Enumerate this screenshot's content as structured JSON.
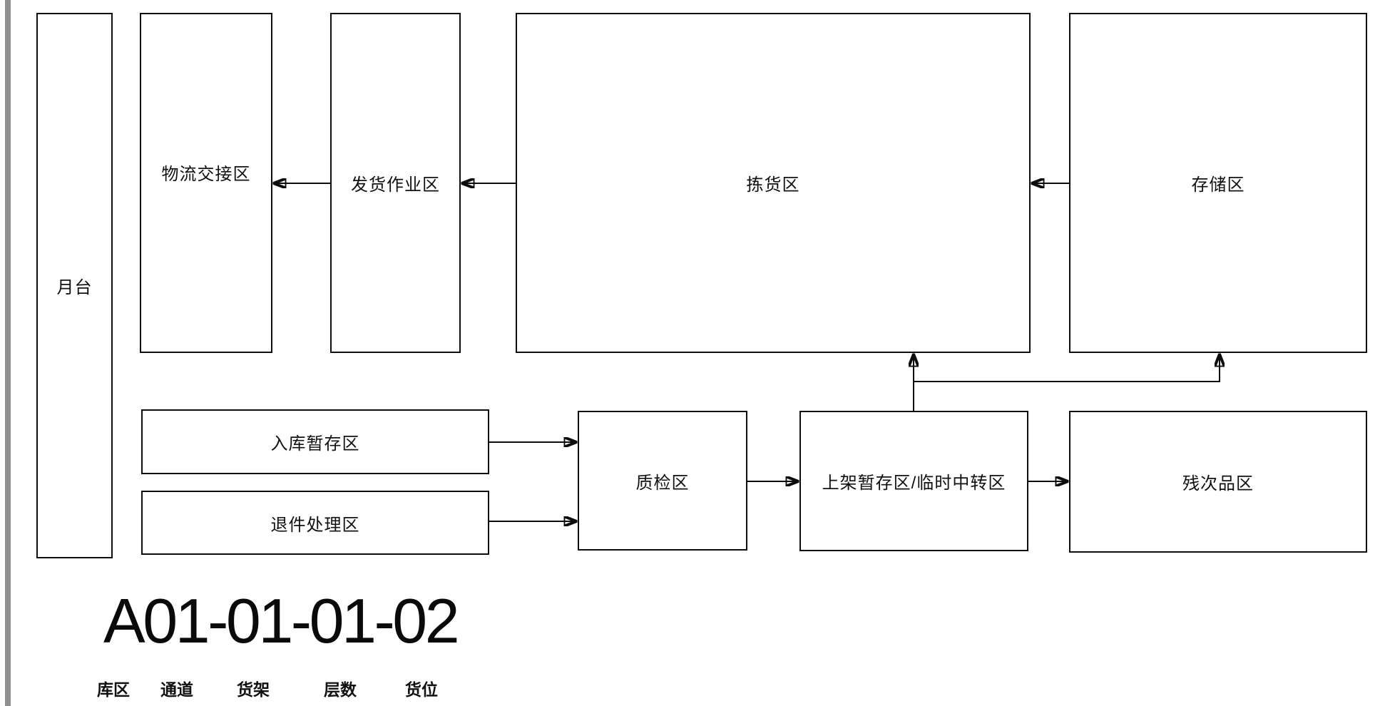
{
  "canvas": {
    "background": "#ffffff",
    "scroll_strip_color": "#909090",
    "line_color": "#0d0d0d"
  },
  "diagram": {
    "zones": [
      {
        "id": "dock",
        "label": "月台"
      },
      {
        "id": "logistics-handover",
        "label": "物流交接区"
      },
      {
        "id": "shipping-operation",
        "label": "发货作业区"
      },
      {
        "id": "picking",
        "label": "拣货区"
      },
      {
        "id": "storage",
        "label": "存储区"
      },
      {
        "id": "inbound-staging",
        "label": "入库暂存区"
      },
      {
        "id": "returns-processing",
        "label": "退件处理区"
      },
      {
        "id": "quality-inspection",
        "label": "质检区"
      },
      {
        "id": "shelving-staging",
        "label": "上架暂存区/临时中转区"
      },
      {
        "id": "defective-goods",
        "label": "残次品区"
      }
    ],
    "location_code": "A01-01-01-02",
    "code_legend": [
      "库区",
      "通道",
      "货架",
      "层数",
      "货位"
    ]
  }
}
